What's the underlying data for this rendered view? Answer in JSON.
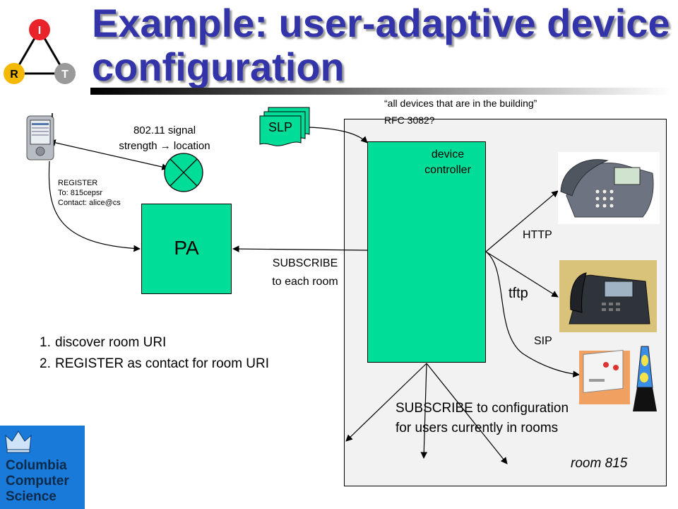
{
  "title": "Example: user-adaptive device configuration",
  "logo": {
    "top": "I",
    "left": "R",
    "right": "T"
  },
  "notes": {
    "all_devices": "“all devices that are in the building”",
    "rfc": "RFC 3082?"
  },
  "slp": "SLP",
  "signal": {
    "line1": "802.11 signal",
    "line2": "strength → location"
  },
  "register": {
    "line1": "REGISTER",
    "line2": "To: 815cepsr",
    "line3": "Contact: alice@cs"
  },
  "pa": "PA",
  "subscribe_room": {
    "line1": "SUBSCRIBE",
    "line2": "to each room"
  },
  "controller": {
    "line1": "device",
    "line2": "controller"
  },
  "protocols": {
    "http": "HTTP",
    "tftp": "tftp",
    "sip": "SIP"
  },
  "steps": [
    {
      "num": "1.",
      "text": "discover room URI"
    },
    {
      "num": "2.",
      "text": "REGISTER as contact for room URI"
    }
  ],
  "subscribe_config": {
    "line1": "SUBSCRIBE to configuration",
    "line2": "for users currently in rooms"
  },
  "room": "room 815",
  "columbia": {
    "line1": "Columbia",
    "line2": "Computer",
    "line3": "Science"
  },
  "colors": {
    "title": "#3333aa",
    "box": "#00dd99",
    "columbia": "#1a7ad9"
  }
}
